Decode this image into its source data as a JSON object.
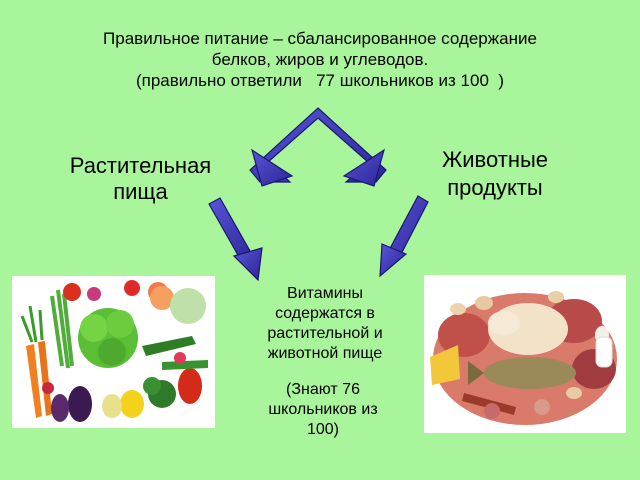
{
  "title": {
    "line1": "Правильное питание – сбалансированное содержание",
    "line2": "белков, жиров и углеводов.",
    "line3": "(правильно ответили   77 школьников из 100  )"
  },
  "left_label": {
    "line1": "Растительная",
    "line2": "пища"
  },
  "right_label": {
    "line1": "Животные",
    "line2": "продукты"
  },
  "center": {
    "line1": "Витамины",
    "line2": "содержатся в",
    "line3": "растительной и",
    "line4": "животной пище"
  },
  "note": {
    "line1": "(Знают 76",
    "line2": "школьников из",
    "line3": "100)"
  },
  "colors": {
    "background": "#a9f59c",
    "arrow_fill": "#3b35b4",
    "arrow_outline": "#1a1770"
  }
}
